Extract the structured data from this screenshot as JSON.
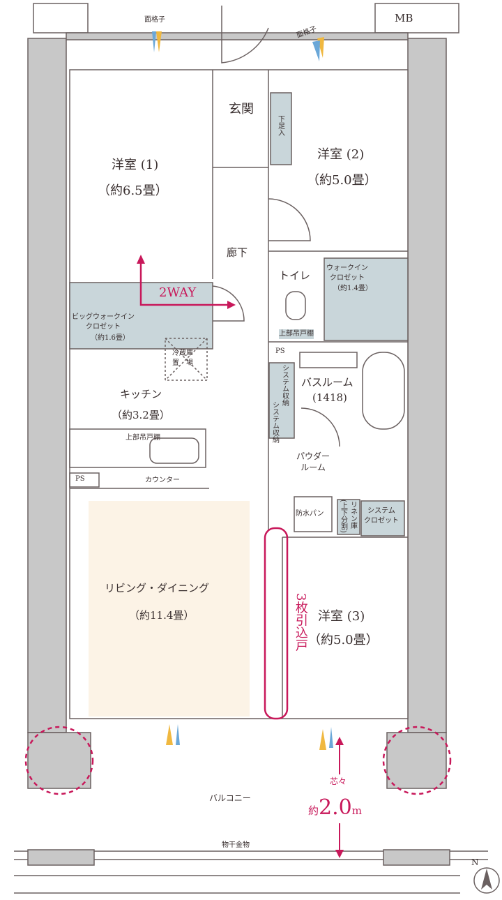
{
  "colors": {
    "accent": "#c8185a",
    "closet": "#c9d6da",
    "living": "#fcf3e6",
    "wall": "#c8c8c8",
    "line": "#6a6060",
    "airflow_blue": "#6aa7d8",
    "airflow_yellow": "#f0b840"
  },
  "labels": {
    "mb": "MB",
    "grille_1": "面格子",
    "grille_2": "面格子",
    "entrance": "玄関",
    "shoe_storage": "下足入",
    "bedroom1_name": "洋室 (1)",
    "bedroom1_size": "（約6.5畳）",
    "bedroom2_name": "洋室 (2)",
    "bedroom2_size": "（約5.0畳）",
    "corridor": "廊下",
    "toilet": "トイレ",
    "upper_cabinet_toilet": "上部吊戸棚",
    "wic_name": "ウォークイン\nクロゼット",
    "wic_size": "（約1.4畳）",
    "two_way": "2WAY",
    "big_wic_name": "ビッグウォークイン\nクロゼット",
    "big_wic_size": "（約1.6畳）",
    "fridge": "冷蔵庫\n置　場",
    "kitchen_name": "キッチン",
    "kitchen_size": "（約3.2畳）",
    "upper_cabinet_kitchen": "上部吊戸棚",
    "ps_kitchen": "PS",
    "counter": "カウンター",
    "ps_bath": "PS",
    "system_storage_1": "システム収納",
    "system_storage_2": "システム収納",
    "bathroom_name": "バスルーム",
    "bathroom_size": "(1418)",
    "powder_room": "パウダー\nルーム",
    "washer_pan": "防水パン",
    "linen": "リネン庫",
    "linen_note": "(上下分割)",
    "system_closet": "システム\nクロゼット",
    "living_name": "リビング・ダイニング",
    "living_size": "（約11.4畳）",
    "sliding_door": "3枚引込戸",
    "bedroom3_name": "洋室 (3)",
    "bedroom3_size": "（約5.0畳）",
    "balcony": "バルコニー",
    "center_label": "芯々",
    "center_prefix": "約",
    "center_value": "2.0",
    "center_unit": "m",
    "drying_hardware": "物干金物",
    "north": "N"
  }
}
